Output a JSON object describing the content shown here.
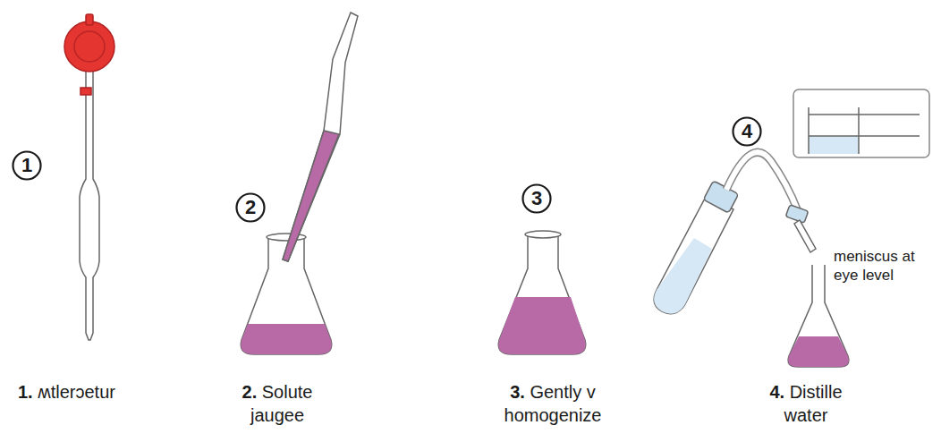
{
  "diagram": {
    "nodes": [
      {
        "text": [
          "1"
        ]
      },
      {
        "text": [
          "2"
        ]
      },
      {
        "text": [
          "3"
        ]
      },
      {
        "text": [
          "4"
        ]
      }
    ],
    "labels": [
      "1. ʍtlerɔetur",
      "2. Solute jaugee",
      "3. Gently v homogenize",
      "4. Distille water",
      "meniscus at eye level"
    ]
  }
}
